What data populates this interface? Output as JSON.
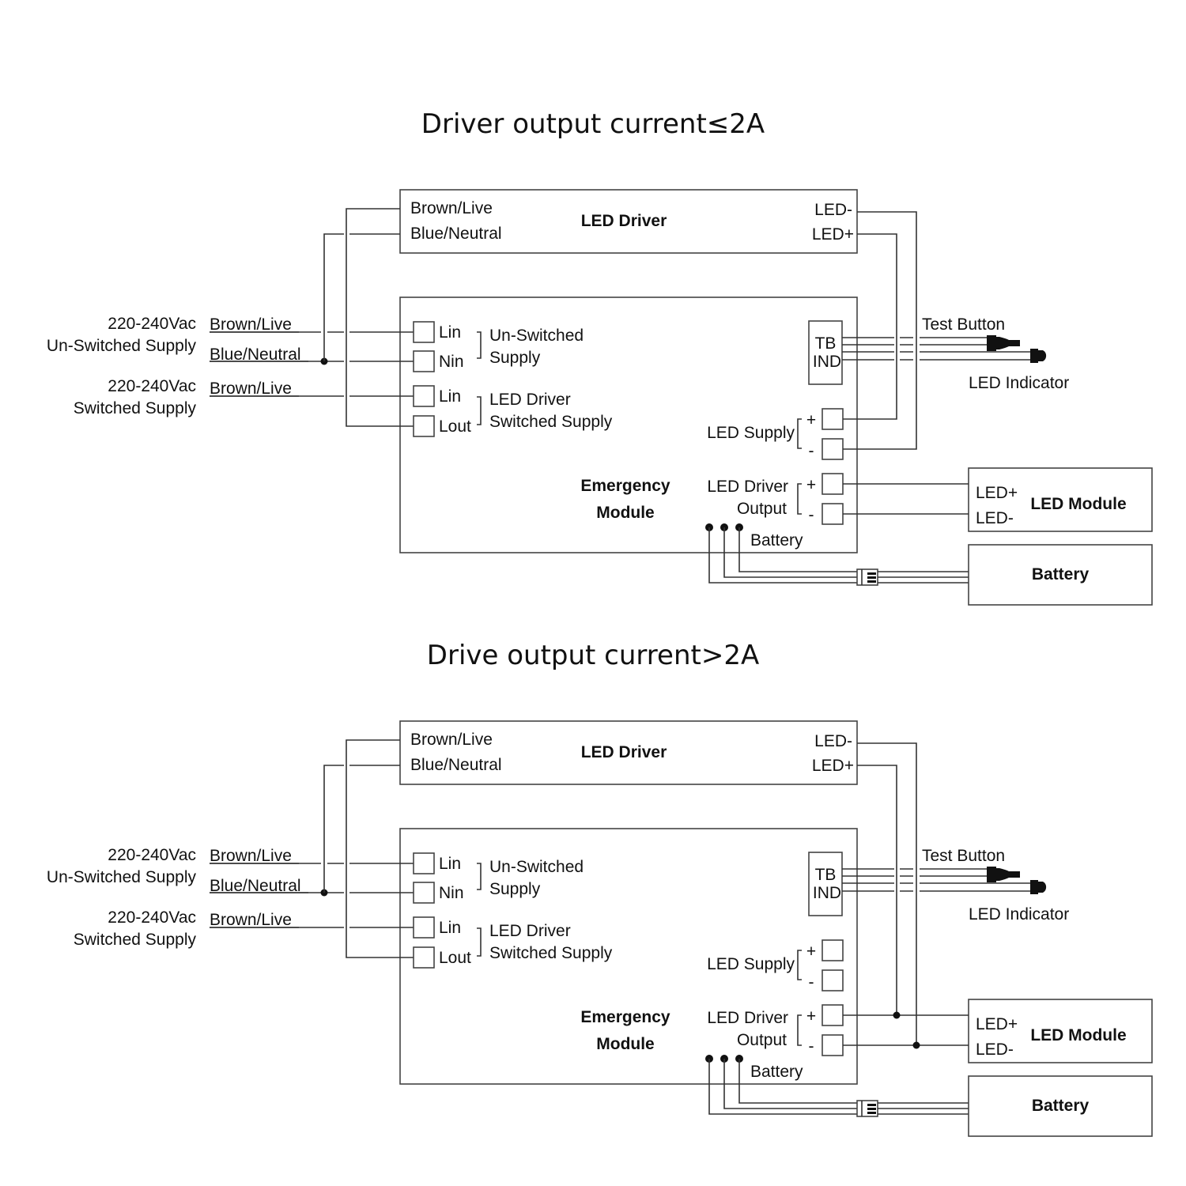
{
  "diagrams": [
    {
      "title": "Driver output current≤2A",
      "led_driver": {
        "label": "LED Driver",
        "inputs": [
          "Brown/Live",
          "Blue/Neutral"
        ],
        "outputs": [
          "LED-",
          "LED+"
        ]
      },
      "supplies": [
        {
          "voltage": "220-240Vac",
          "name": "Un-Switched Supply",
          "wires": [
            "Brown/Live",
            "Blue/Neutral"
          ]
        },
        {
          "voltage": "220-240Vac",
          "name": "Switched Supply",
          "wires": [
            "Brown/Live"
          ]
        }
      ],
      "emergency_module": {
        "label_line1": "Emergency",
        "label_line2": "Module",
        "terminals": [
          "Lin",
          "Nin",
          "Lin",
          "Lout"
        ],
        "group1": [
          "Un-Switched",
          "Supply"
        ],
        "group2": [
          "LED Driver",
          "Switched Supply"
        ],
        "tb": "TB",
        "ind": "IND",
        "led_supply": "LED Supply",
        "led_driver_output": [
          "LED Driver",
          "Output"
        ],
        "plus": "+",
        "minus": "-",
        "battery": "Battery"
      },
      "test_button": "Test Button",
      "led_indicator": "LED Indicator",
      "led_module": {
        "label": "LED Module",
        "pins": [
          "LED+",
          "LED-"
        ]
      },
      "battery": "Battery",
      "driver_connects_to": "LED Supply terminals"
    },
    {
      "title": "Drive output current>2A",
      "led_driver": {
        "label": "LED Driver",
        "inputs": [
          "Brown/Live",
          "Blue/Neutral"
        ],
        "outputs": [
          "LED-",
          "LED+"
        ]
      },
      "supplies": [
        {
          "voltage": "220-240Vac",
          "name": "Un-Switched Supply",
          "wires": [
            "Brown/Live",
            "Blue/Neutral"
          ]
        },
        {
          "voltage": "220-240Vac",
          "name": "Switched Supply",
          "wires": [
            "Brown/Live"
          ]
        }
      ],
      "emergency_module": {
        "label_line1": "Emergency",
        "label_line2": "Module",
        "terminals": [
          "Lin",
          "Nin",
          "Lin",
          "Lout"
        ],
        "group1": [
          "Un-Switched",
          "Supply"
        ],
        "group2": [
          "LED Driver",
          "Switched Supply"
        ],
        "tb": "TB",
        "ind": "IND",
        "led_supply": "LED Supply",
        "led_driver_output": [
          "LED Driver",
          "Output"
        ],
        "plus": "+",
        "minus": "-",
        "battery": "Battery"
      },
      "test_button": "Test Button",
      "led_indicator": "LED Indicator",
      "led_module": {
        "label": "LED Module",
        "pins": [
          "LED+",
          "LED-"
        ]
      },
      "battery": "Battery",
      "driver_connects_to": "LED Module lines"
    }
  ]
}
